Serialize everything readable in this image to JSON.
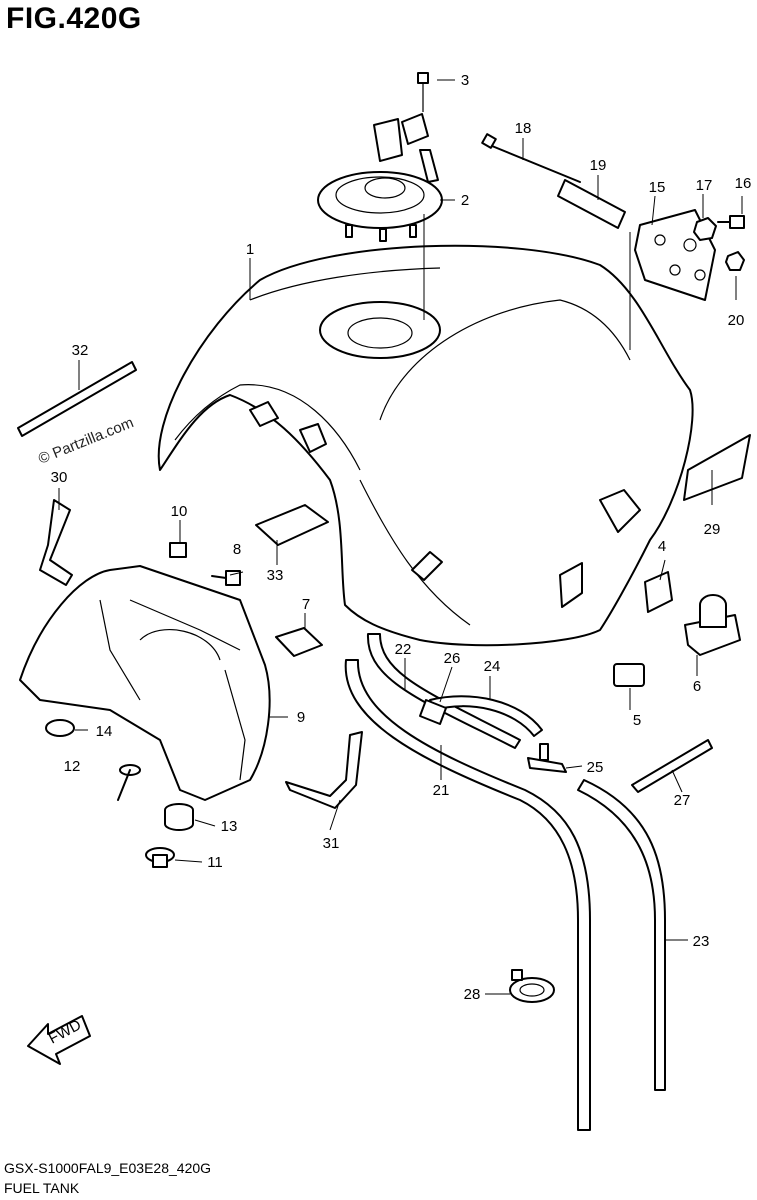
{
  "figure": {
    "title": "FIG.420G",
    "model_code": "GSX-S1000FAL9_E03E28_420G",
    "caption": "FUEL TANK",
    "watermark": "© Partzilla.com",
    "fwd_label": "FWD"
  },
  "callouts": [
    {
      "id": "c1",
      "label": "1"
    },
    {
      "id": "c2",
      "label": "2"
    },
    {
      "id": "c3",
      "label": "3"
    },
    {
      "id": "c4",
      "label": "4"
    },
    {
      "id": "c5",
      "label": "5"
    },
    {
      "id": "c6",
      "label": "6"
    },
    {
      "id": "c7",
      "label": "7"
    },
    {
      "id": "c8",
      "label": "8"
    },
    {
      "id": "c9",
      "label": "9"
    },
    {
      "id": "c10",
      "label": "10"
    },
    {
      "id": "c11",
      "label": "11"
    },
    {
      "id": "c12",
      "label": "12"
    },
    {
      "id": "c13",
      "label": "13"
    },
    {
      "id": "c14",
      "label": "14"
    },
    {
      "id": "c15",
      "label": "15"
    },
    {
      "id": "c16",
      "label": "16"
    },
    {
      "id": "c17",
      "label": "17"
    },
    {
      "id": "c18",
      "label": "18"
    },
    {
      "id": "c19",
      "label": "19"
    },
    {
      "id": "c20",
      "label": "20"
    },
    {
      "id": "c21",
      "label": "21"
    },
    {
      "id": "c22",
      "label": "22"
    },
    {
      "id": "c23",
      "label": "23"
    },
    {
      "id": "c24",
      "label": "24"
    },
    {
      "id": "c25",
      "label": "25"
    },
    {
      "id": "c26",
      "label": "26"
    },
    {
      "id": "c27",
      "label": "27"
    },
    {
      "id": "c28",
      "label": "28"
    },
    {
      "id": "c29",
      "label": "29"
    },
    {
      "id": "c30",
      "label": "30"
    },
    {
      "id": "c31",
      "label": "31"
    },
    {
      "id": "c32",
      "label": "32"
    },
    {
      "id": "c33",
      "label": "33"
    }
  ]
}
